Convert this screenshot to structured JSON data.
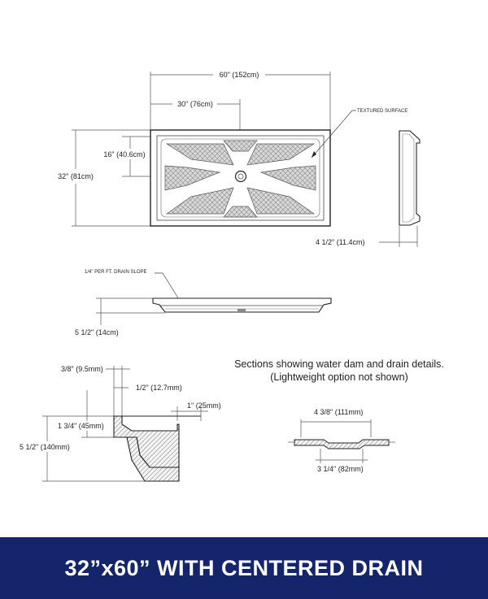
{
  "plan": {
    "overall_width": "60\" (152cm)",
    "half_width": "30\" (76cm)",
    "half_depth": "16\" (40.6cm)",
    "overall_depth": "32\" (81cm)",
    "surface_note": "TEXTURED SURFACE",
    "edge_depth": "4 1/2\" (11.4cm)"
  },
  "side_view": {
    "slope_note": "1/4\" PER FT. DRAIN SLOPE",
    "height": "5 1/2\" (14cm)"
  },
  "sections": {
    "caption_line1": "Sections showing water dam and drain details.",
    "caption_line2": "(Lightweight option not shown)",
    "dam_top": "3/8\" (9.5mm)",
    "dam_width": "1/2\" (12.7mm)",
    "dam_lip": "1\" (25mm)",
    "dam_height": "1 3/4\" (45mm)",
    "total_height": "5 1/2\" (140mm)",
    "drain_outer": "4 3/8\" (111mm)",
    "drain_inner": "3 1/4\" (82mm)"
  },
  "footer": {
    "title": "32”x60” WITH CENTERED DRAIN",
    "background": "#15256b"
  }
}
